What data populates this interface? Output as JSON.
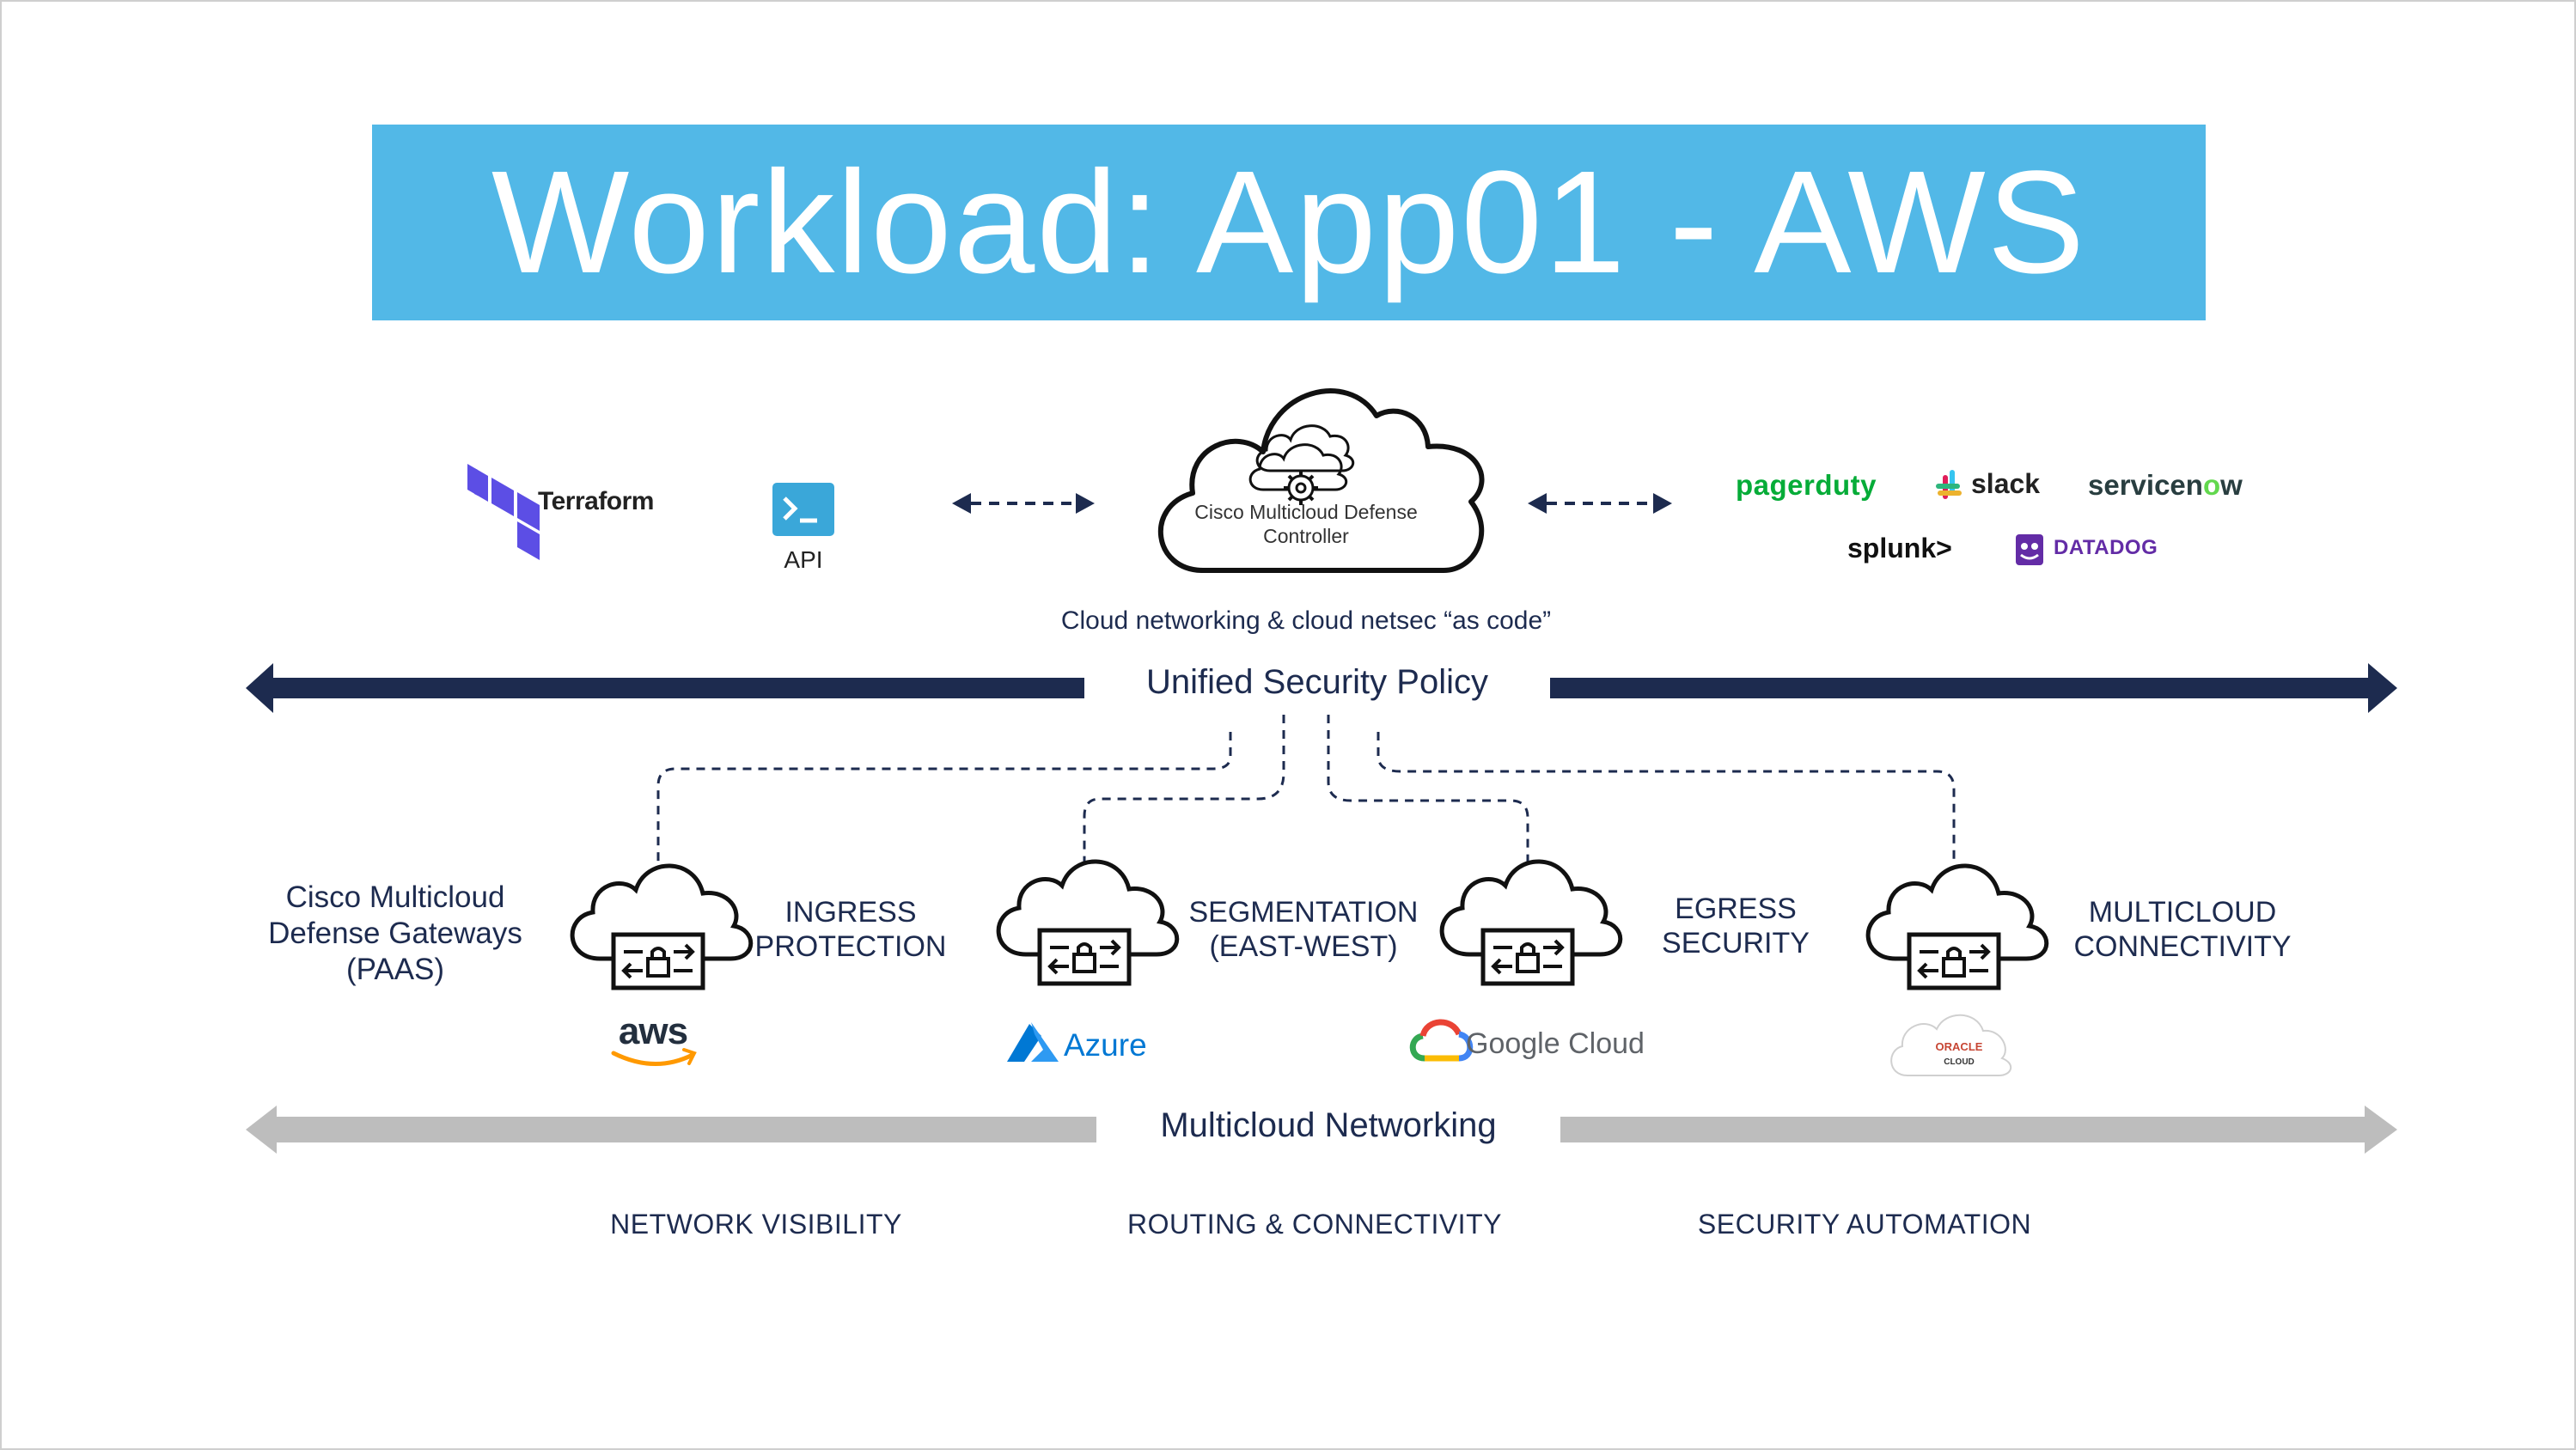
{
  "title": "Workload: App01 - AWS",
  "controller": {
    "label_line1": "Cisco Multicloud Defense",
    "label_line2": "Controller",
    "caption": "Cloud networking & cloud netsec “as code”"
  },
  "left_tools": {
    "terraform": "Terraform",
    "api": "API"
  },
  "integrations": {
    "pagerduty": "pagerduty",
    "slack": "slack",
    "servicenow_a": "servicen",
    "servicenow_b": "o",
    "servicenow_c": "w",
    "splunk": "splunk>",
    "datadog": "DATADOG"
  },
  "policy_bar": {
    "label": "Unified Security Policy"
  },
  "gateways": {
    "label_line1": "Cisco Multicloud",
    "label_line2": "Defense Gateways",
    "label_line3": "(PAAS)",
    "items": [
      {
        "line1": "INGRESS",
        "line2": "PROTECTION",
        "provider": "aws"
      },
      {
        "line1": "SEGMENTATION",
        "line2": "(EAST-WEST)",
        "provider": "Azure"
      },
      {
        "line1": "EGRESS",
        "line2": "SECURITY",
        "provider": "Google Cloud"
      },
      {
        "line1": "MULTICLOUD",
        "line2": "CONNECTIVITY",
        "provider_line1": "ORACLE",
        "provider_line2": "CLOUD"
      }
    ]
  },
  "network_bar": {
    "label": "Multicloud Networking"
  },
  "capabilities": [
    "NETWORK VISIBILITY",
    "ROUTING & CONNECTIVITY",
    "SECURITY AUTOMATION"
  ],
  "colors": {
    "title_bg": "#52b8e7",
    "navy": "#1d2b4f",
    "gray_bar": "#bdbdbd"
  }
}
